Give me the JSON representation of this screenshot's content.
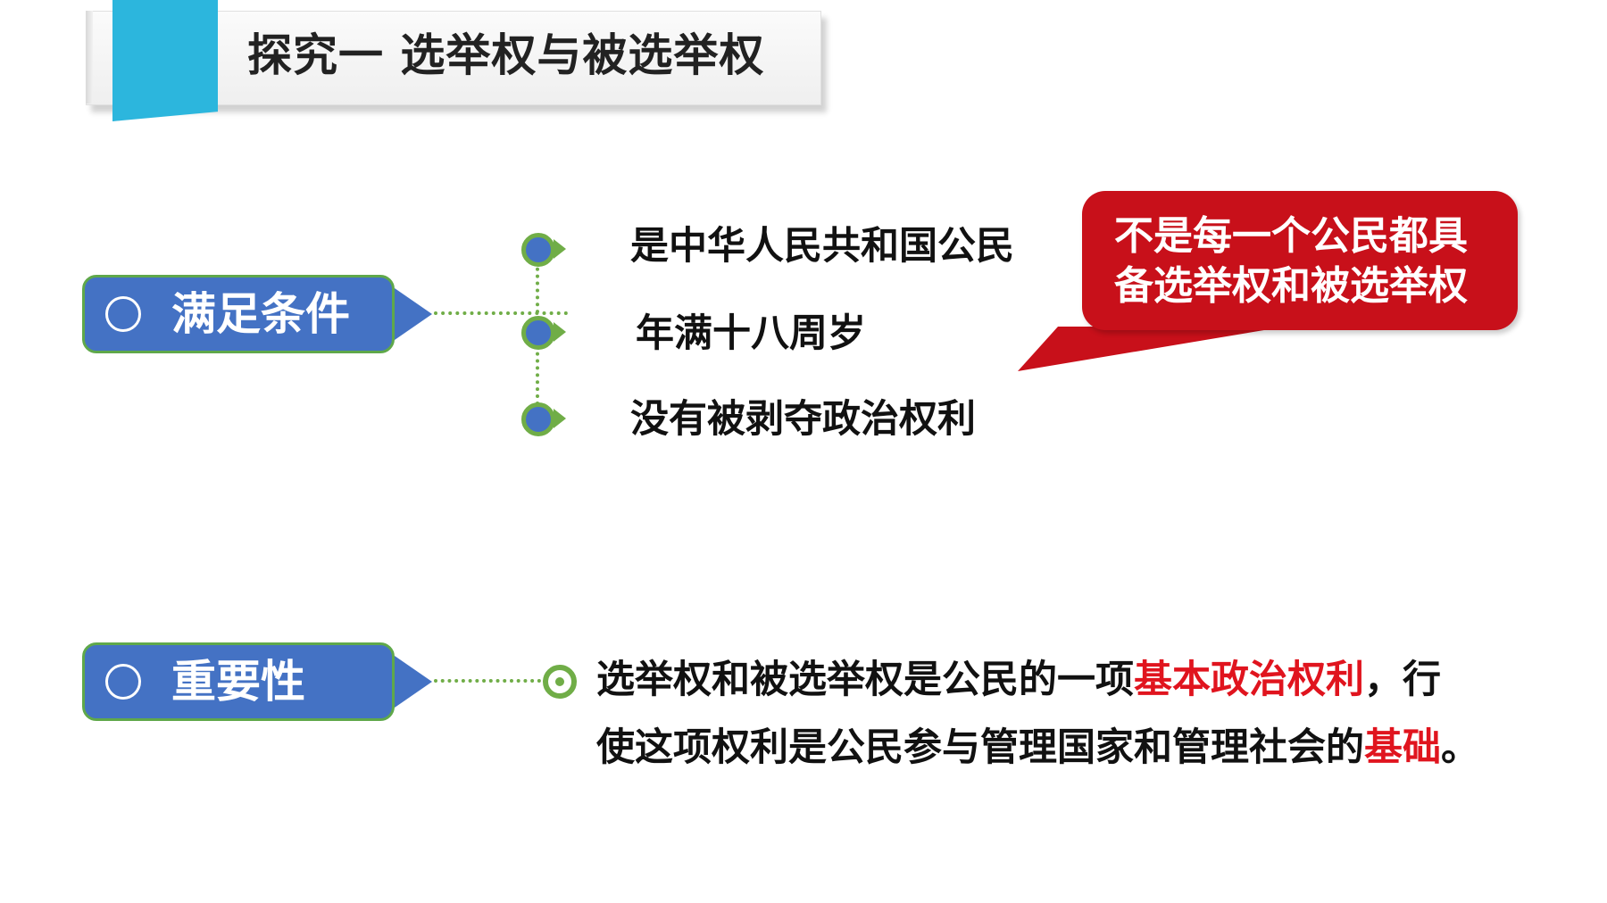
{
  "title": "探究一 选举权与被选举权",
  "conditions": {
    "label": "满足条件",
    "items": [
      "是中华人民共和国公民",
      "年满十八周岁",
      "没有被剥夺政治权利"
    ]
  },
  "callout": {
    "line1": "不是每一个公民都具",
    "line2": "备选举权和被选举权"
  },
  "importance": {
    "label": "重要性",
    "part1": "选举权和被选举权是公民的一项",
    "highlight1": "基本政治权利",
    "part2": "，行",
    "part3": "使这项权利是公民参与管理国家和管理社会的",
    "highlight2": "基础",
    "part4": "。"
  },
  "colors": {
    "accent_cyan": "#2cb6dd",
    "label_blue": "#4472c4",
    "connector_green": "#70ad47",
    "callout_red": "#c8101a",
    "highlight_red": "#e0141e"
  }
}
